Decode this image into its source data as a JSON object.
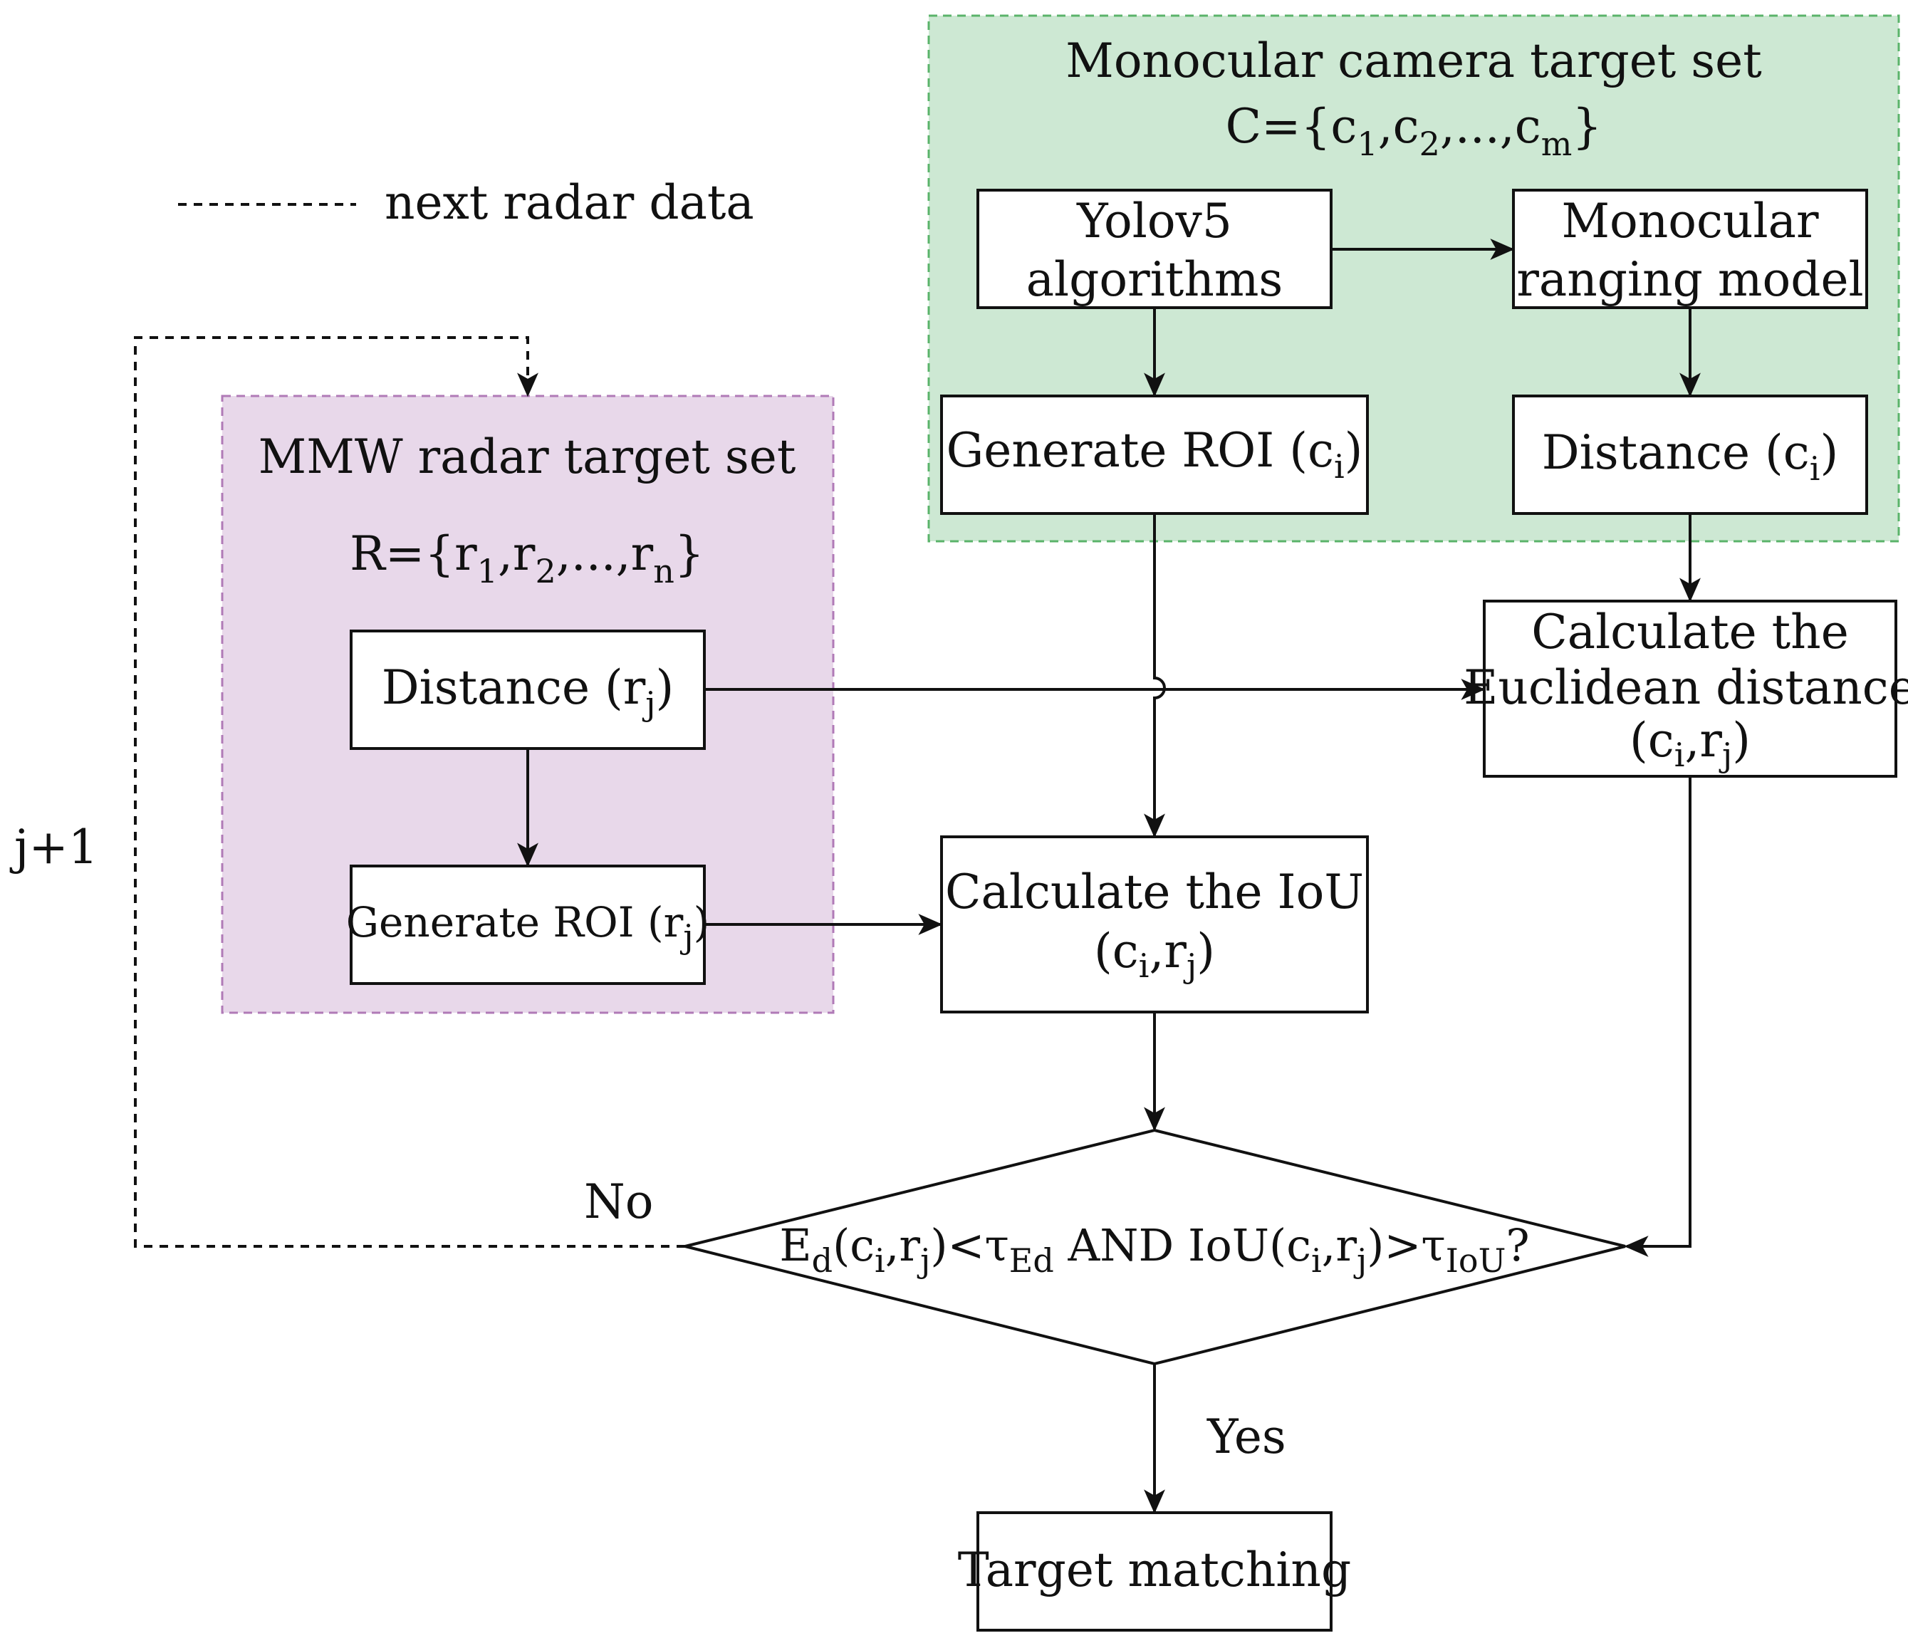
{
  "legend": {
    "label": "next radar data"
  },
  "colors": {
    "camera_region": "#cde8d3",
    "camera_border": "#5ab36a",
    "radar_region": "#e8d8ea",
    "radar_border": "#b07ab7"
  },
  "camera_set": {
    "title": "Monocular camera target set",
    "set_prefix": "C={c",
    "set_s1": "1",
    "set_mid1": ",c",
    "set_s2": "2",
    "set_mid2": ",...,c",
    "set_s3": "m",
    "set_suffix": "}"
  },
  "radar_set": {
    "title": "MMW radar target set",
    "set_prefix": "R={r",
    "set_s1": "1",
    "set_mid1": ",r",
    "set_s2": "2",
    "set_mid2": ",...,r",
    "set_s3": "n",
    "set_suffix": "}"
  },
  "boxes": {
    "yolo": {
      "line1": "Yolov5",
      "line2": "algorithms"
    },
    "mono": {
      "line1": "Monocular",
      "line2": "ranging model"
    },
    "roi_c": {
      "pre": "Generate ROI (c",
      "sub": "i",
      "post": ")"
    },
    "dist_c": {
      "pre": "Distance (c",
      "sub": "i",
      "post": ")"
    },
    "dist_r": {
      "pre": "Distance (r",
      "sub": "j",
      "post": ")"
    },
    "roi_r": {
      "pre": "Generate ROI (r",
      "sub": "j",
      "post": ")"
    },
    "euclid": {
      "line1": "Calculate the",
      "line2": "Euclidean distance",
      "l3_a": "(c",
      "l3_s1": "i",
      "l3_b": ",r",
      "l3_s2": "j",
      "l3_c": ")"
    },
    "iou": {
      "line1": "Calculate the IoU",
      "l2_a": "(c",
      "l2_s1": "i",
      "l2_b": ",r",
      "l2_s2": "j",
      "l2_c": ")"
    },
    "match": {
      "label": "Target matching"
    }
  },
  "decision": {
    "p1": "E",
    "s1": "d",
    "p2": "(c",
    "s2": "i",
    "p3": ",r",
    "s3": "j",
    "p4": ")<τ",
    "s4": "Ed",
    "p5": " AND IoU(c",
    "s5": "i",
    "p6": ",r",
    "s6": "j",
    "p7": ")>τ",
    "s7": "IoU",
    "p8": "?"
  },
  "labels": {
    "no": "No",
    "yes": "Yes",
    "loop": "j+1"
  }
}
